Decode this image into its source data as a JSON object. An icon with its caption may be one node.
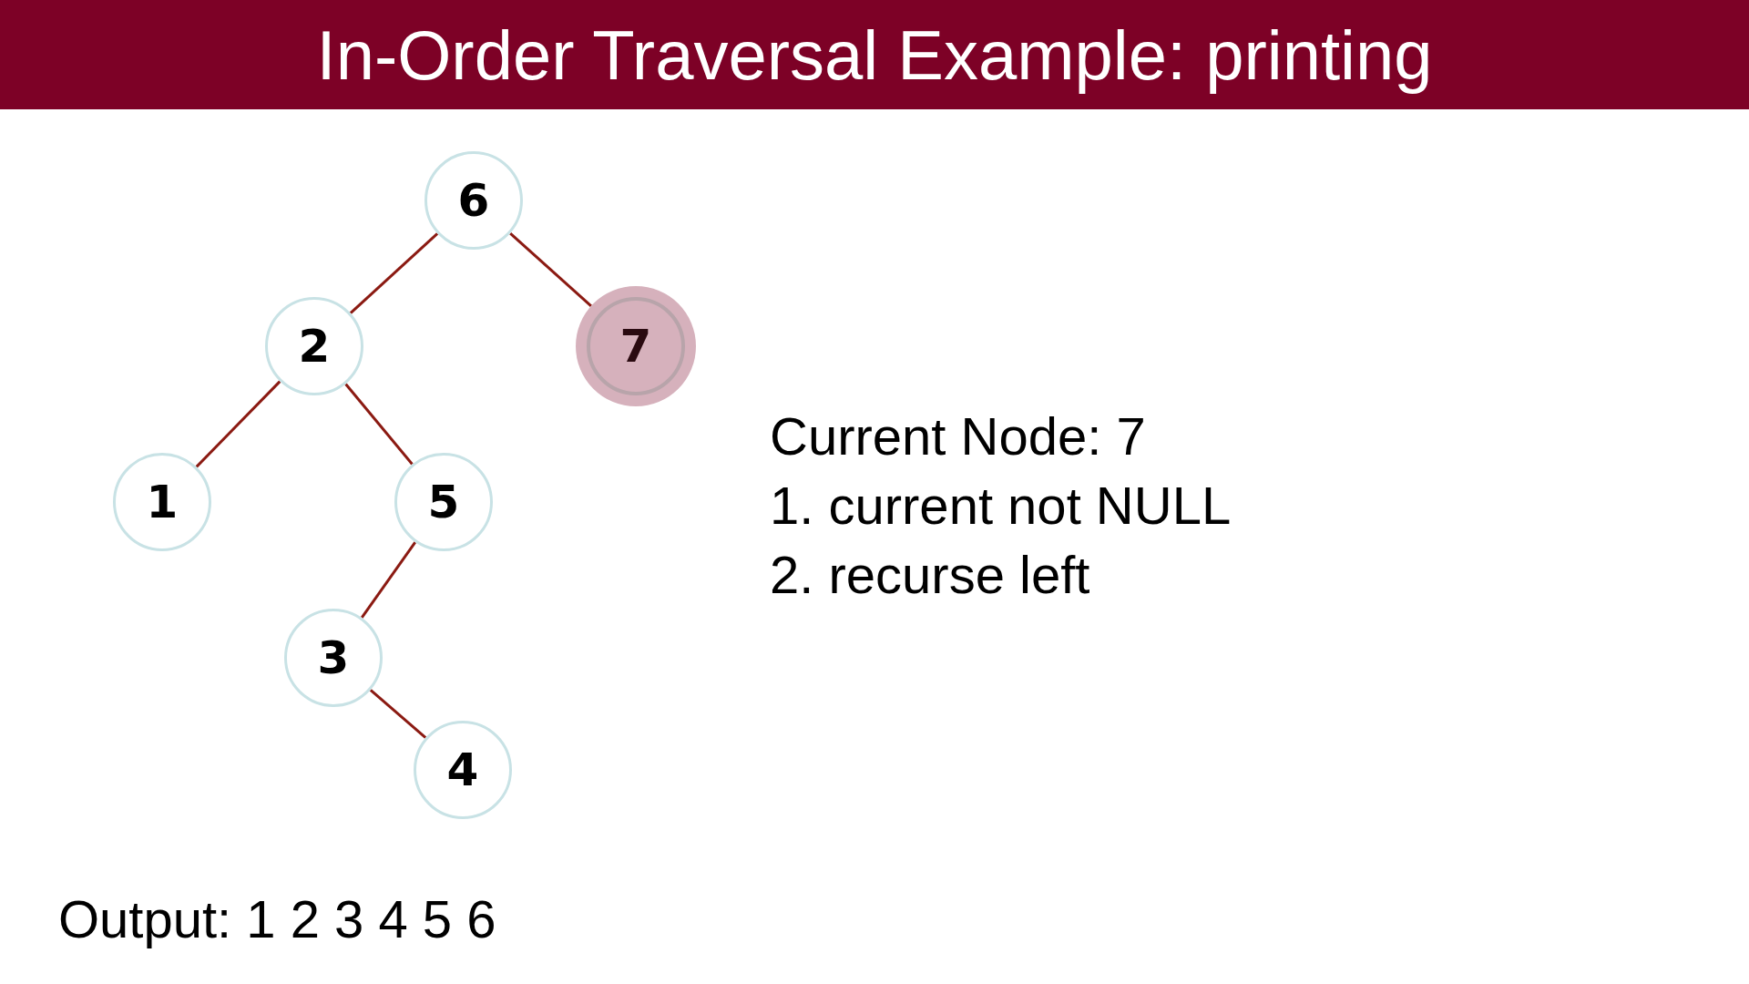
{
  "diagram": {
    "title": "In-Order Traversal Example: printing",
    "nodes": [
      {
        "text": [
          "6"
        ]
      },
      {
        "text": [
          "2"
        ]
      },
      {
        "text": [
          "7"
        ]
      },
      {
        "text": [
          "1"
        ]
      },
      {
        "text": [
          "5"
        ]
      },
      {
        "text": [
          "3"
        ]
      },
      {
        "text": [
          "4"
        ]
      }
    ],
    "edges": [
      {
        "from": 0,
        "to": 1,
        "arrow": "none"
      },
      {
        "from": 0,
        "to": 2,
        "arrow": "none"
      },
      {
        "from": 1,
        "to": 3,
        "arrow": "none"
      },
      {
        "from": 1,
        "to": 4,
        "arrow": "none"
      },
      {
        "from": 4,
        "to": 5,
        "arrow": "none"
      },
      {
        "from": 5,
        "to": 6,
        "arrow": "none"
      }
    ],
    "labels": [
      "Current Node: 7",
      "1. current not NULL",
      "2. recurse left",
      "Output: 1 2 3 4 5 6"
    ]
  }
}
